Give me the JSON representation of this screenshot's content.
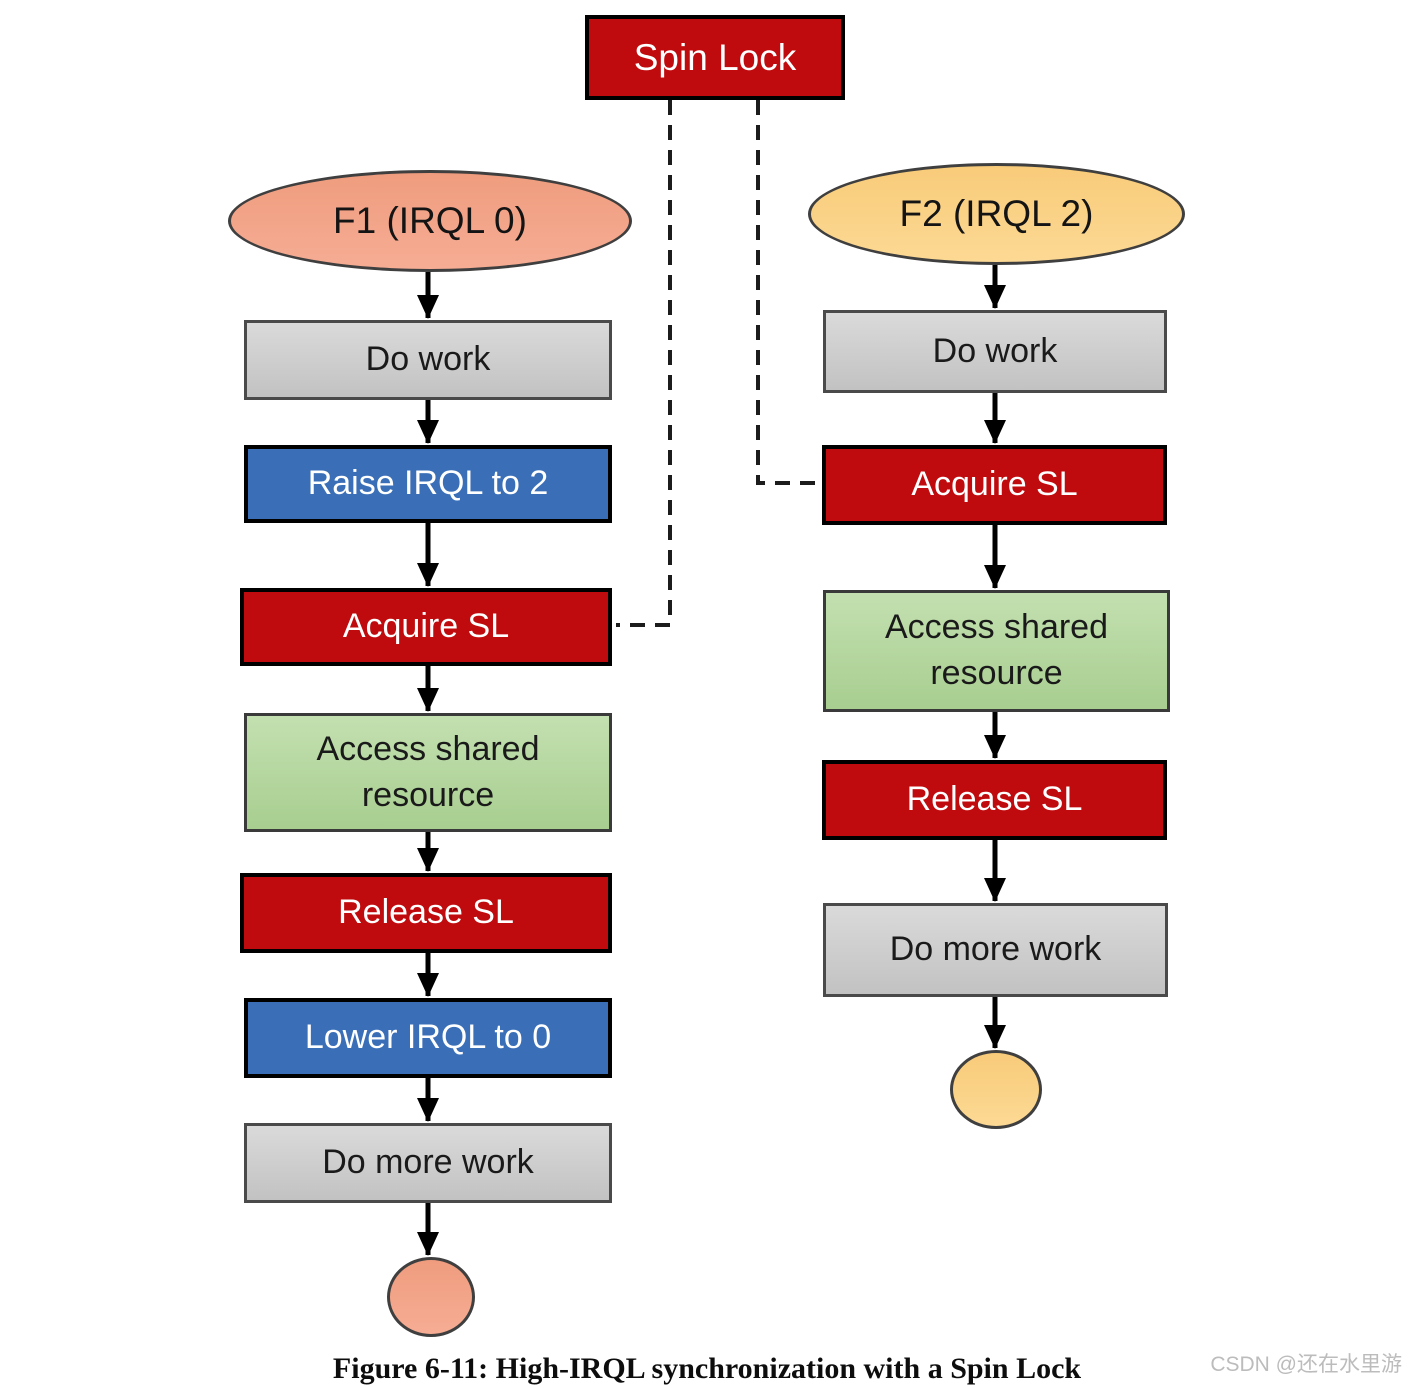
{
  "figure": {
    "caption": "Figure 6-11: High-IRQL synchronization with a Spin Lock",
    "watermark": "CSDN @还在水里游"
  },
  "spin_lock": {
    "label": "Spin Lock"
  },
  "f1": {
    "start_label": "F1 (IRQL 0)",
    "steps": [
      {
        "label": "Do work",
        "type": "work"
      },
      {
        "label": "Raise IRQL to 2",
        "type": "irql-change"
      },
      {
        "label": "Acquire SL",
        "type": "spinlock-op"
      },
      {
        "label": "Access shared resource",
        "type": "resource"
      },
      {
        "label": "Release SL",
        "type": "spinlock-op"
      },
      {
        "label": "Lower IRQL to 0",
        "type": "irql-change"
      },
      {
        "label": "Do more work",
        "type": "work"
      }
    ],
    "end": "terminator-circle"
  },
  "f2": {
    "start_label": "F2 (IRQL 2)",
    "steps": [
      {
        "label": "Do work",
        "type": "work"
      },
      {
        "label": "Acquire SL",
        "type": "spinlock-op"
      },
      {
        "label": "Access shared resource",
        "type": "resource"
      },
      {
        "label": "Release SL",
        "type": "spinlock-op"
      },
      {
        "label": "Do more work",
        "type": "work"
      }
    ],
    "end": "terminator-circle"
  },
  "colors": {
    "spinlock_red": "#C00B0E",
    "irql_blue": "#3A6FB8",
    "work_gray": "#CCCCCC",
    "resource_green": "#B5D7A0",
    "f1_salmon": "#F2A184",
    "f2_gold": "#FAD089",
    "connector_black": "#000000"
  }
}
